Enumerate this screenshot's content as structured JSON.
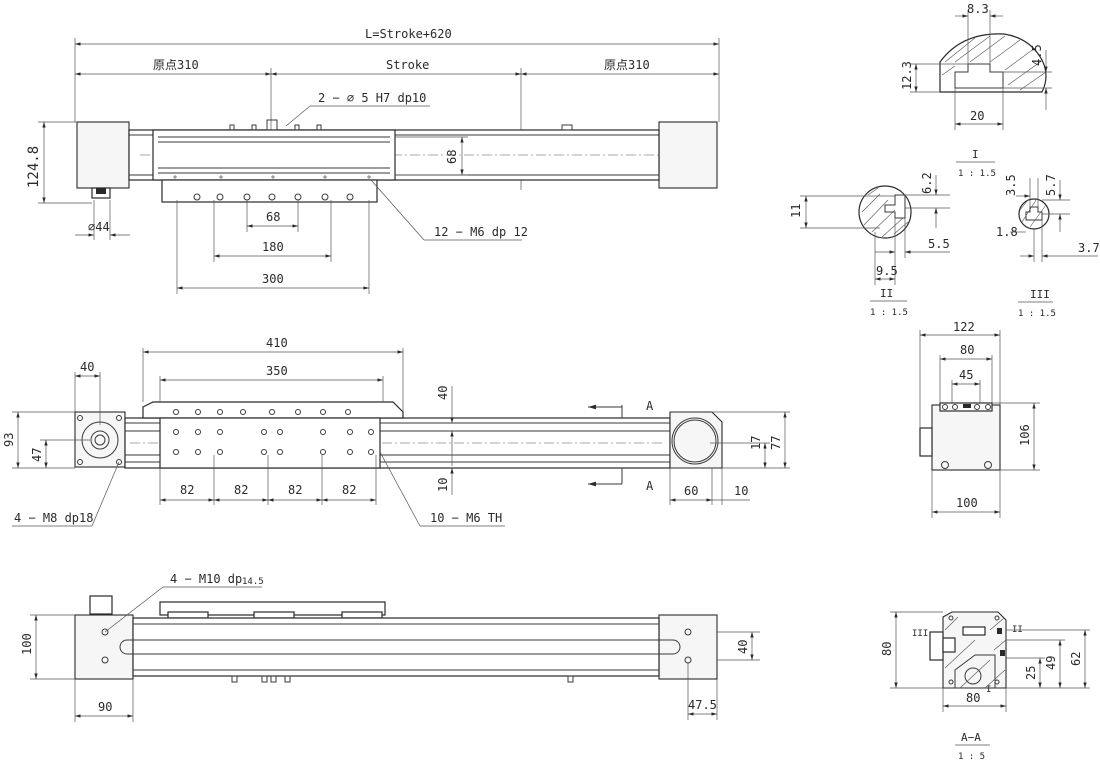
{
  "top_view": {
    "overall_length": "L=Stroke+620",
    "origin_left": "原点310",
    "stroke": "Stroke",
    "origin_right": "原点310",
    "pin_note": "2 − ∅ 5 H7 dp10",
    "height_left": "124.8",
    "height_inner": "68",
    "motor_diameter": "∅44",
    "pitch_68": "68",
    "pitch_180": "180",
    "pitch_300": "300",
    "tap_note": "12 − M6 dp 12"
  },
  "front_view": {
    "length_410": "410",
    "length_350": "350",
    "width_40": "40",
    "height_93": "93",
    "height_47": "47",
    "gap_40": "40",
    "gap_10": "10",
    "dim_17": "17",
    "dim_77": "77",
    "dim_60": "60",
    "dim_10_right": "10",
    "pitches": [
      "82",
      "82",
      "82",
      "82"
    ],
    "motor_holes_note": "4 − M8 dp18",
    "carriage_holes_note": "10 − M6 TH",
    "section_mark": "A"
  },
  "bottom_view": {
    "holes_note": "4 − M10 dp",
    "holes_depth": "14.5",
    "height_100": "100",
    "width_90": "90",
    "dim_40": "40",
    "dim_47_5": "47.5"
  },
  "detail_I": {
    "w_8_3": "8.3",
    "h_12_3": "12.3",
    "h_4_5": "4.5",
    "w_20": "20",
    "label": "I",
    "scale": "1 : 1.5"
  },
  "detail_II": {
    "h_11": "11",
    "h_6_2": "6.2",
    "w_5_5": "5.5",
    "w_9_5": "9.5",
    "label": "II",
    "scale": "1 : 1.5"
  },
  "detail_III": {
    "w_3_5": "3.5",
    "w_5_7": "5.7",
    "w_1_8": "1.8",
    "w_3_7": "3.7",
    "label": "III",
    "scale": "1 : 1.5"
  },
  "end_view": {
    "w_122": "122",
    "w_80": "80",
    "w_45": "45",
    "h_106": "106",
    "w_100": "100"
  },
  "section_AA": {
    "h_80": "80",
    "h_25": "25",
    "h_49": "49",
    "h_62": "62",
    "w_80": "80",
    "tag_left": "III",
    "tag_right": "II",
    "tag_bottom": "I",
    "label": "A−A",
    "scale": "1 : 5"
  }
}
